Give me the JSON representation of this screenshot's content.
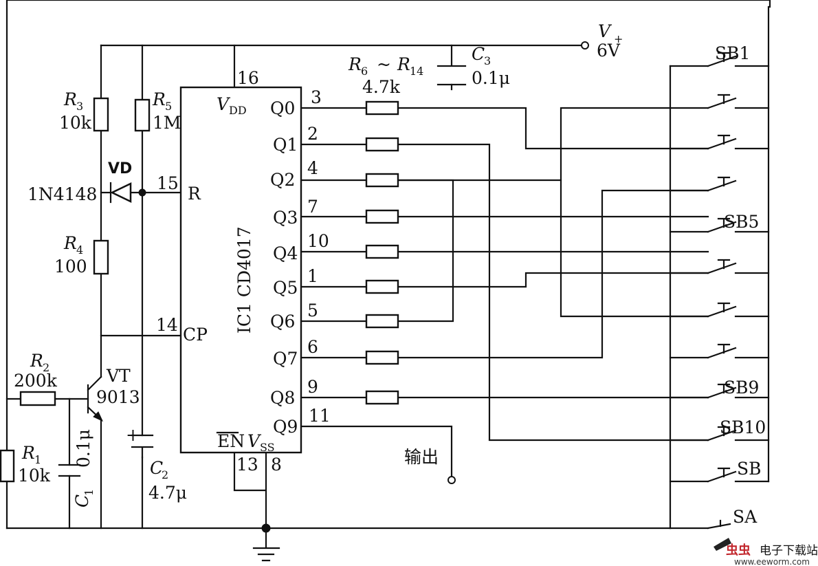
{
  "power": {
    "symbol": "V",
    "symbol_sub": "+",
    "value": "6V"
  },
  "ic": {
    "name": "IC1 CD4017",
    "vdd": "V",
    "vdd_sub": "DD",
    "vss": "V",
    "vss_sub": "SS",
    "en": "EN",
    "reset": "R",
    "clock": "CP",
    "pin_vdd": "16",
    "pin_reset": "15",
    "pin_clock": "14",
    "pin_en": "13",
    "pin_vss": "8",
    "outputs": [
      {
        "name": "Q0",
        "pin": "3"
      },
      {
        "name": "Q1",
        "pin": "2"
      },
      {
        "name": "Q2",
        "pin": "4"
      },
      {
        "name": "Q3",
        "pin": "7"
      },
      {
        "name": "Q4",
        "pin": "10"
      },
      {
        "name": "Q5",
        "pin": "1"
      },
      {
        "name": "Q6",
        "pin": "5"
      },
      {
        "name": "Q7",
        "pin": "6"
      },
      {
        "name": "Q8",
        "pin": "9"
      },
      {
        "name": "Q9",
        "pin": "11"
      }
    ]
  },
  "components": {
    "r3": {
      "ref": "R",
      "ref_sub": "3",
      "value": "10k"
    },
    "r5": {
      "ref": "R",
      "ref_sub": "5",
      "value": "1M"
    },
    "r4": {
      "ref": "R",
      "ref_sub": "4",
      "value": "100"
    },
    "r2": {
      "ref": "R",
      "ref_sub": "2",
      "value": "200k"
    },
    "r1": {
      "ref": "R",
      "ref_sub": "1",
      "value": "10k"
    },
    "r6_r14": {
      "ref_a": "R",
      "ref_a_sub": "6",
      "tilde": "~",
      "ref_b": "R",
      "ref_b_sub": "14",
      "value": "4.7k"
    },
    "c1": {
      "ref": "C",
      "ref_sub": "1",
      "value": "0.1μ"
    },
    "c2": {
      "ref": "C",
      "ref_sub": "2",
      "value": "4.7μ",
      "polarity": "+"
    },
    "c3": {
      "ref": "C",
      "ref_sub": "3",
      "value": "0.1μ"
    },
    "vd": {
      "ref": "VD",
      "part": "1N4148"
    },
    "vt": {
      "ref": "VT",
      "part": "9013"
    }
  },
  "buttons": {
    "sb1": "SB1",
    "sb5": "SB5",
    "sb9": "SB9",
    "sb10": "SB10",
    "sb": "SB",
    "sa": "SA"
  },
  "output_label": "输出",
  "watermark": {
    "logo_text": "虫虫",
    "text": "电子下载站",
    "url": "www.eeworm.com"
  }
}
